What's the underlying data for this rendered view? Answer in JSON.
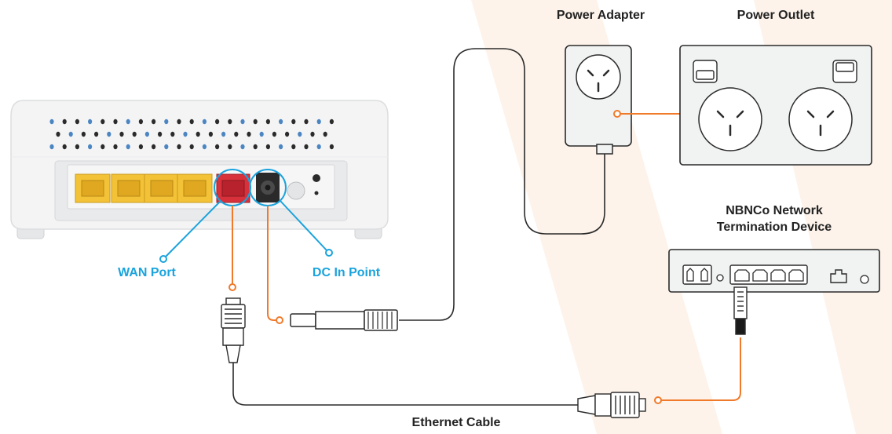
{
  "labels": {
    "power_adapter": "Power Adapter",
    "power_outlet": "Power Outlet",
    "ntd_line1": "NBNCo Network",
    "ntd_line2": "Termination Device",
    "wan_port": "WAN Port",
    "dc_in": "DC In Point",
    "ethernet_cable": "Ethernet Cable"
  },
  "colors": {
    "orange": "#f07a2a",
    "blue": "#1aa3dd",
    "lan_yellow": "#f3c237",
    "wan_red": "#d8313c",
    "outline": "#2b2b2b",
    "device_fill": "#f1f2f2",
    "watermark": "#fdf3ea"
  }
}
